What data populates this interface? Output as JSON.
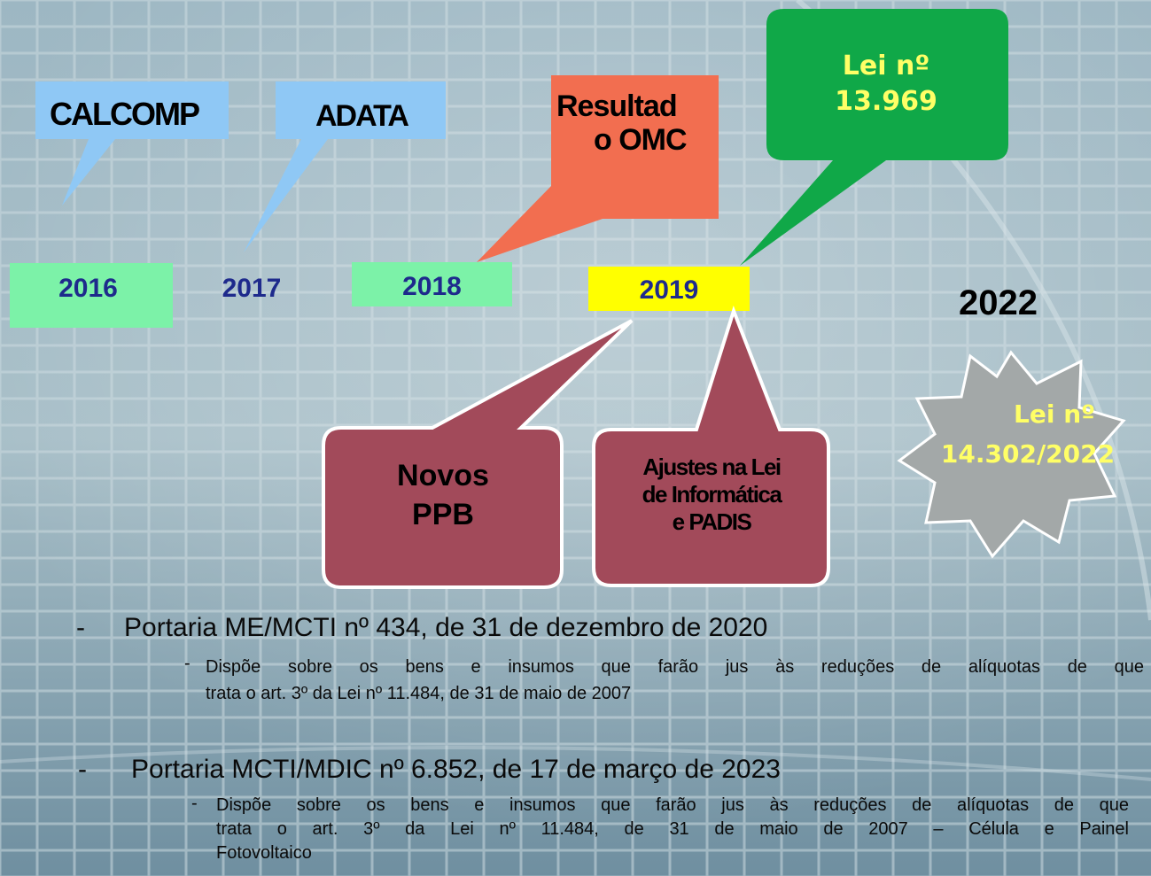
{
  "timeline": {
    "years": {
      "y2016": "2016",
      "y2017": "2017",
      "y2018": "2018",
      "y2019": "2019",
      "y2022": "2022"
    },
    "callouts": {
      "calcomp": "CALCOMP",
      "adata": "ADATA",
      "omc_line1": "Resultad",
      "omc_line2": "o OMC",
      "lei13969_line1": "Lei nº",
      "lei13969_line2": "13.969",
      "novos_line1": "Novos",
      "novos_line2": "PPB",
      "ajustes_line1": "Ajustes na Lei",
      "ajustes_line2": "de Informática",
      "ajustes_line3": "e PADIS",
      "lei14302_line1": "Lei nº",
      "lei14302_line2": "14.302/2022"
    }
  },
  "bullets": [
    {
      "dash": "-",
      "title": "Portaria ME/MCTI nº 434, de 31 de dezembro de 2020",
      "sub_dash": "-",
      "sub_line1": "Dispõe sobre os bens e insumos que farão jus às reduções de alíquotas de que",
      "sub_line2": "trata o art. 3º da Lei nº 11.484, de 31 de maio de 2007"
    },
    {
      "dash": "-",
      "title": "Portaria MCTI/MDIC nº 6.852, de 17 de março de 2023",
      "sub_dash": "-",
      "sub_line1": "Dispõe sobre os bens e insumos que farão jus às reduções de alíquotas de que",
      "sub_line2": "trata o art. 3º da Lei nº 11.484, de 31 de maio de 2007 – Célula e Painel",
      "sub_line3": "Fotovoltaico"
    }
  ],
  "colors": {
    "background": "#9bb4bf",
    "light_blue_callout": "#8fc8f5",
    "orange_callout": "#f26e50",
    "green_callout": "#10a848",
    "maroon_callout": "#a24a5a",
    "mint_year_box": "#7cf2a8",
    "yellow_year_box": "#ffff00",
    "star": "#a3a8a8",
    "yellow_text": "#ffff66"
  }
}
